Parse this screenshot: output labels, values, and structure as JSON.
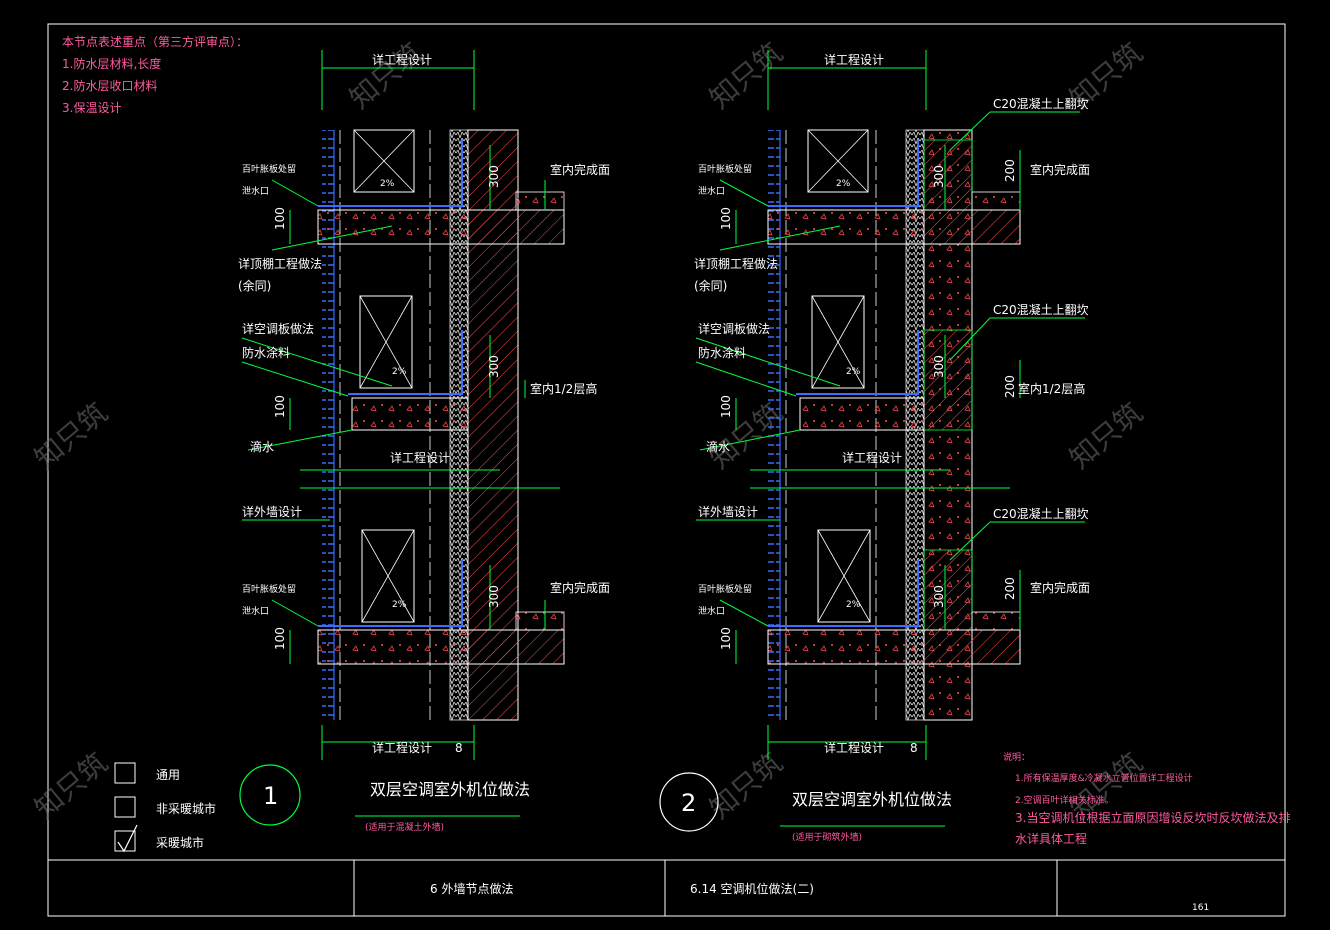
{
  "notes_header": {
    "title": "本节点表述重点（第三方评审点）：",
    "items": [
      "1.防水层材料,长度",
      "2.防水层收口材料",
      "3.保温设计"
    ]
  },
  "watermark": "知只筑",
  "common_labels": {
    "detail_design": "详工程设计",
    "indoor_finish": "室内完成面",
    "indoor_half": "室内1/2层高",
    "louver": "百叶胀板处留",
    "drain": "泄水口",
    "ceiling": "详顶棚工程做法",
    "ceiling_same": "(余同)",
    "ac_board": "详空调板做法",
    "waterproof": "防水涂料",
    "drip": "滴水",
    "outer_wall": "详外墙设计",
    "c20": "C20混凝土上翻坎",
    "slope": "2%",
    "dim_100": "100",
    "dim_300": "300",
    "dim_200": "200",
    "dim_8": "8"
  },
  "legend": [
    {
      "label": "通用",
      "checked": false
    },
    {
      "label": "非采暖城市",
      "checked": false
    },
    {
      "label": "采暖城市",
      "checked": true
    }
  ],
  "details": [
    {
      "number": "1",
      "title": "双层空调室外机位做法",
      "subtitle": "(适用于混凝土外墙)"
    },
    {
      "number": "2",
      "title": "双层空调室外机位做法",
      "subtitle": "(适用于砌筑外墙)"
    }
  ],
  "explanation": {
    "heading": "说明：",
    "items": [
      "1.所有保温厚度&冷凝水立管位置详工程设计",
      "2.空调百叶详相关标准。",
      "3.当空调机位根据立面原因增设反坎时反坎做法及排",
      "水详具体工程"
    ]
  },
  "title_block": {
    "chapter": "6  外墙节点做法",
    "section": "6.14  空调机位做法(二)",
    "page": "161"
  },
  "colors": {
    "background": "#000000",
    "annotation": "#ff5aa0",
    "line": "#00ff3c",
    "concrete_hatch": "#ff4d4d",
    "insulation": "#d9d9d9",
    "outline": "#ffffff",
    "membrane": "#3b6cff"
  }
}
